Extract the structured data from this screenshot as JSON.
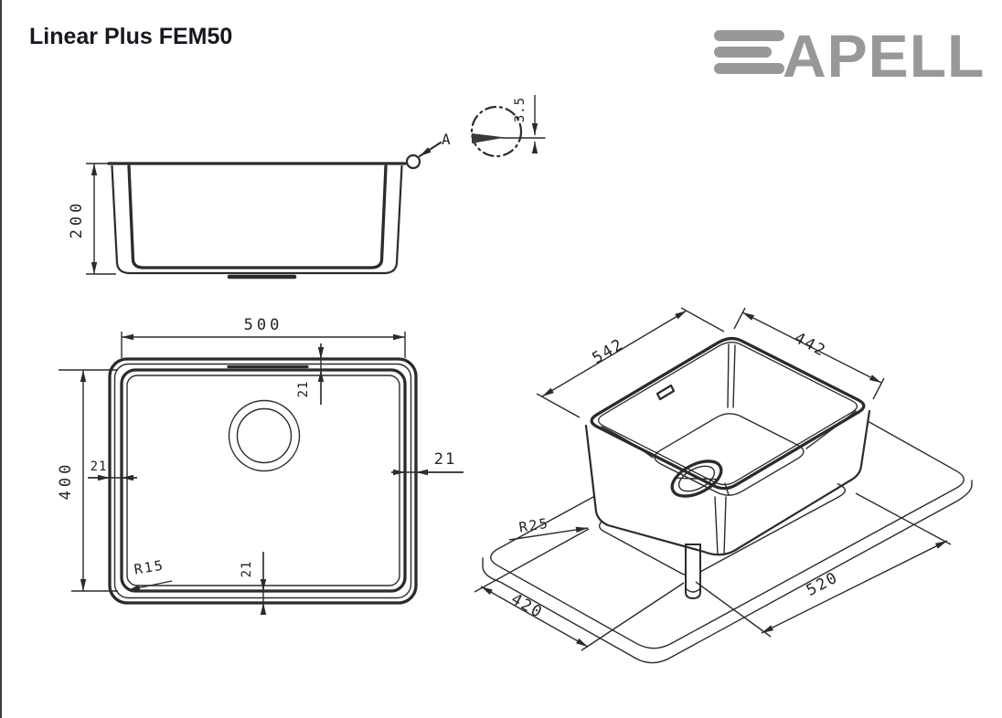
{
  "header": {
    "title": "Linear Plus FEM50",
    "brand_logo": "APELL"
  },
  "detail_view": {
    "marker": "A",
    "rim_thickness": "3.5"
  },
  "side_view": {
    "depth": "200"
  },
  "plan_view": {
    "bowl_width": "500",
    "bowl_depth": "400",
    "rim_offset_top": "21",
    "rim_offset_left": "21",
    "rim_offset_right": "21",
    "rim_offset_bottom": "21",
    "bowl_corner_radius": "R15"
  },
  "iso_view": {
    "overall_length": "542",
    "overall_width": "442",
    "cutout_length": "520",
    "cutout_width": "420",
    "cutout_corner_radius": "R25"
  },
  "colors": {
    "line": "#2b2b2b",
    "title": "#17171f",
    "logo": "#97989a",
    "background": "#ffffff"
  }
}
